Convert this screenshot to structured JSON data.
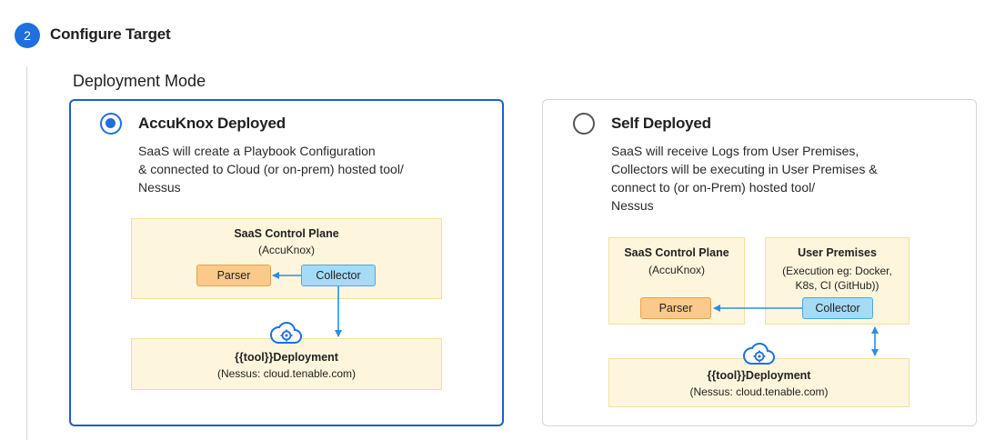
{
  "step": {
    "number": "2",
    "title": "Configure Target"
  },
  "section": {
    "title": "Deployment Mode"
  },
  "colors": {
    "accent": "#1f6fe0",
    "box_fill": "#fdf6dd",
    "parser_fill": "#fbc98a",
    "collector_fill": "#a6dbf6",
    "arrow": "#2b8ee3"
  },
  "options": [
    {
      "title": "AccuKnox Deployed",
      "selected": true,
      "desc": [
        "SaaS will create a Playbook Configuration",
        "& connected to Cloud (or on-prem) hosted tool/",
        "Nessus"
      ],
      "diagram": {
        "control_plane_title": "SaaS Control Plane",
        "control_plane_sub": "(AccuKnox)",
        "parser": "Parser",
        "collector": "Collector",
        "deployment_title": "{{tool}}Deployment",
        "deployment_sub": "(Nessus: cloud.tenable.com)",
        "icon": "cloud-gear-icon"
      }
    },
    {
      "title": "Self Deployed",
      "selected": false,
      "desc": [
        "SaaS will receive Logs from User Premises,",
        "Collectors will be executing in User Premises &",
        "connect to (or on-Prem) hosted tool/",
        "Nessus"
      ],
      "diagram": {
        "control_plane_title": "SaaS Control Plane",
        "control_plane_sub": "(AccuKnox)",
        "premises_title": "User Premises",
        "premises_sub": [
          "(Execution eg: Docker,",
          "K8s, CI (GitHub))"
        ],
        "parser": "Parser",
        "collector": "Collector",
        "deployment_title": "{{tool}}Deployment",
        "deployment_sub": "(Nessus: cloud.tenable.com)",
        "icon": "cloud-gear-icon"
      }
    }
  ]
}
